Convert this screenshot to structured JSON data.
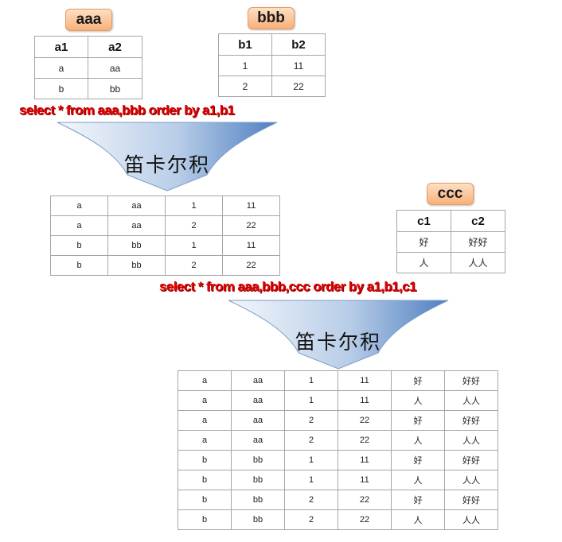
{
  "tables": {
    "aaa": {
      "name": "aaa",
      "columns": [
        "a1",
        "a2"
      ],
      "rows": [
        [
          "a",
          "aa"
        ],
        [
          "b",
          "bb"
        ]
      ]
    },
    "bbb": {
      "name": "bbb",
      "columns": [
        "b1",
        "b2"
      ],
      "rows": [
        [
          "1",
          "11"
        ],
        [
          "2",
          "22"
        ]
      ]
    },
    "ccc": {
      "name": "ccc",
      "columns": [
        "c1",
        "c2"
      ],
      "rows": [
        [
          "好",
          "好好"
        ],
        [
          "人",
          "人人"
        ]
      ]
    }
  },
  "queries": {
    "first": "select * from aaa,bbb order by a1,b1",
    "second": "select * from aaa,bbb,ccc order by a1,b1,c1"
  },
  "arrows": {
    "first_label": "笛卡尔积",
    "second_label": "笛卡尔积"
  },
  "results": {
    "ab": [
      [
        "a",
        "aa",
        "1",
        "11"
      ],
      [
        "a",
        "aa",
        "2",
        "22"
      ],
      [
        "b",
        "bb",
        "1",
        "11"
      ],
      [
        "b",
        "bb",
        "2",
        "22"
      ]
    ],
    "abc": [
      [
        "a",
        "aa",
        "1",
        "11",
        "好",
        "好好"
      ],
      [
        "a",
        "aa",
        "1",
        "11",
        "人",
        "人人"
      ],
      [
        "a",
        "aa",
        "2",
        "22",
        "好",
        "好好"
      ],
      [
        "a",
        "aa",
        "2",
        "22",
        "人",
        "人人"
      ],
      [
        "b",
        "bb",
        "1",
        "11",
        "好",
        "好好"
      ],
      [
        "b",
        "bb",
        "1",
        "11",
        "人",
        "人人"
      ],
      [
        "b",
        "bb",
        "2",
        "22",
        "好",
        "好好"
      ],
      [
        "b",
        "bb",
        "2",
        "22",
        "人",
        "人人"
      ]
    ]
  },
  "colors": {
    "sql_text": "#e00000",
    "badge_fill": "#f7b07a",
    "arrow_fill_light": "#f4f7fb",
    "arrow_fill_dark": "#4f7fc0"
  }
}
